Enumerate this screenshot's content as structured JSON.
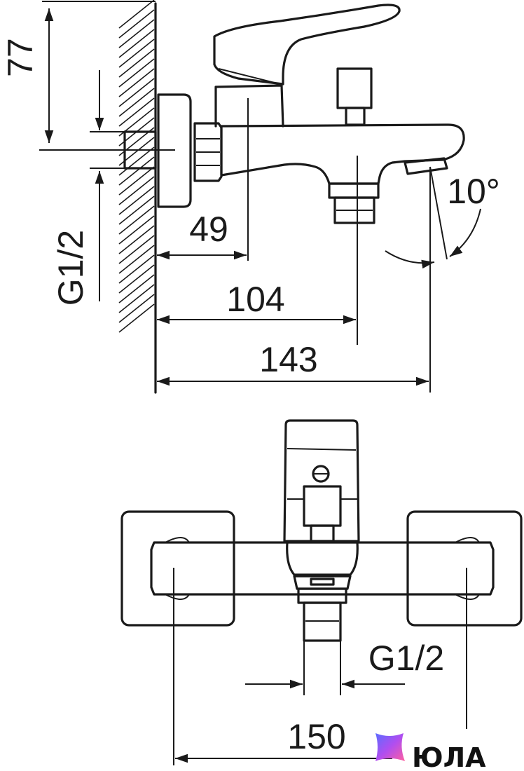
{
  "side_view": {
    "dims": {
      "height": "77",
      "thread": "G1/2",
      "offset_lever": "49",
      "offset_diverter": "104",
      "reach": "143",
      "angle": "10°"
    }
  },
  "front_view": {
    "dims": {
      "thread": "G1/2",
      "centers": "150"
    }
  },
  "brand": {
    "name": "ЮЛА",
    "colors": {
      "logo_start": "#5b6cff",
      "logo_mid": "#b04ef0",
      "logo_end": "#ff5fa0",
      "ink": "#1a1a1a"
    }
  }
}
